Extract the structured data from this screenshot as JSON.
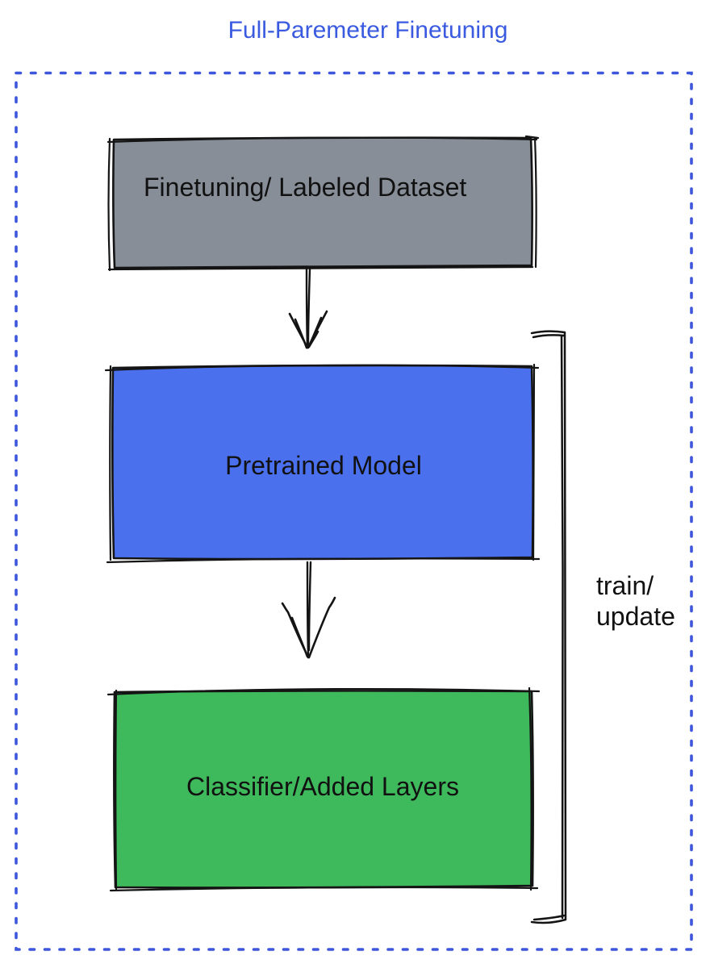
{
  "title": {
    "text": "Full-Paremeter Finetuning",
    "color": "#3a5ae0"
  },
  "frame": {
    "style": "dotted",
    "border_color": "#3d56dc"
  },
  "diagram": {
    "type": "flowchart",
    "nodes": [
      {
        "id": "finetuning-dataset",
        "label": "Finetuning/ Labeled Dataset",
        "fill": "#878e98"
      },
      {
        "id": "pretrained-model",
        "label": "Pretrained Model",
        "fill": "#4b70ee"
      },
      {
        "id": "classifier-added-layers",
        "label": "Classifier/Added Layers",
        "fill": "#3eb95b"
      }
    ],
    "edges": [
      {
        "from": "finetuning-dataset",
        "to": "pretrained-model",
        "style": "sketch-arrow"
      },
      {
        "from": "pretrained-model",
        "to": "classifier-added-layers",
        "style": "sketch-arrow"
      }
    ],
    "bracket": {
      "label_line1": "train/",
      "label_line2": "update",
      "spans": [
        "pretrained-model",
        "classifier-added-layers"
      ]
    }
  }
}
